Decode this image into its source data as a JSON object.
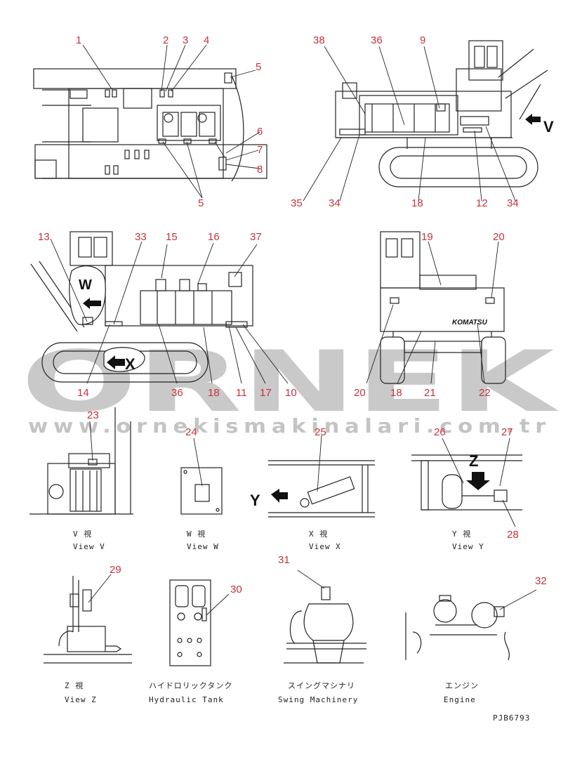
{
  "watermark": {
    "brand": "ORNEK",
    "url": "www.ornekismakinalari.com.tr"
  },
  "doc_code": "PJB6793",
  "views": {
    "top": {},
    "right_side": {
      "arrow_label": "V"
    },
    "left_side": {
      "w_label": "W",
      "x_label": "X"
    },
    "rear": {
      "logo": "KOMATSU"
    },
    "view_v": {
      "jp": "V 視",
      "en": "View V"
    },
    "view_w": {
      "jp": "W 視",
      "en": "View W"
    },
    "view_x": {
      "jp": "X 視",
      "en": "View X",
      "arrow_label": "Y"
    },
    "view_y": {
      "jp": "Y 視",
      "en": "View Y",
      "arrow_label": "Z"
    },
    "view_z": {
      "jp": "Z 視",
      "en": "View Z"
    },
    "hydraulic_tank": {
      "jp": "ハイドロリックタンク",
      "en": "Hydraulic Tank"
    },
    "swing_machinery": {
      "jp": "スイングマシナリ",
      "en": "Swing Machinery"
    },
    "engine": {
      "jp": "エンジン",
      "en": "Engine"
    }
  },
  "callouts": {
    "c1": "1",
    "c2": "2",
    "c3": "3",
    "c4": "4",
    "c5a": "5",
    "c5b": "5",
    "c6": "6",
    "c7": "7",
    "c8": "8",
    "c38": "38",
    "c36a": "36",
    "c9": "9",
    "c35": "35",
    "c34a": "34",
    "c18a": "18",
    "c12": "12",
    "c34b": "34",
    "c13": "13",
    "c33": "33",
    "c15": "15",
    "c16": "16",
    "c37": "37",
    "c14": "14",
    "c36b": "36",
    "c18b": "18",
    "c11": "11",
    "c17": "17",
    "c10": "10",
    "c19": "19",
    "c20a": "20",
    "c20b": "20",
    "c18c": "18",
    "c21": "21",
    "c22": "22",
    "c23": "23",
    "c24": "24",
    "c25": "25",
    "c26": "26",
    "c27": "27",
    "c28": "28",
    "c29": "29",
    "c30": "30",
    "c31": "31",
    "c32": "32"
  }
}
